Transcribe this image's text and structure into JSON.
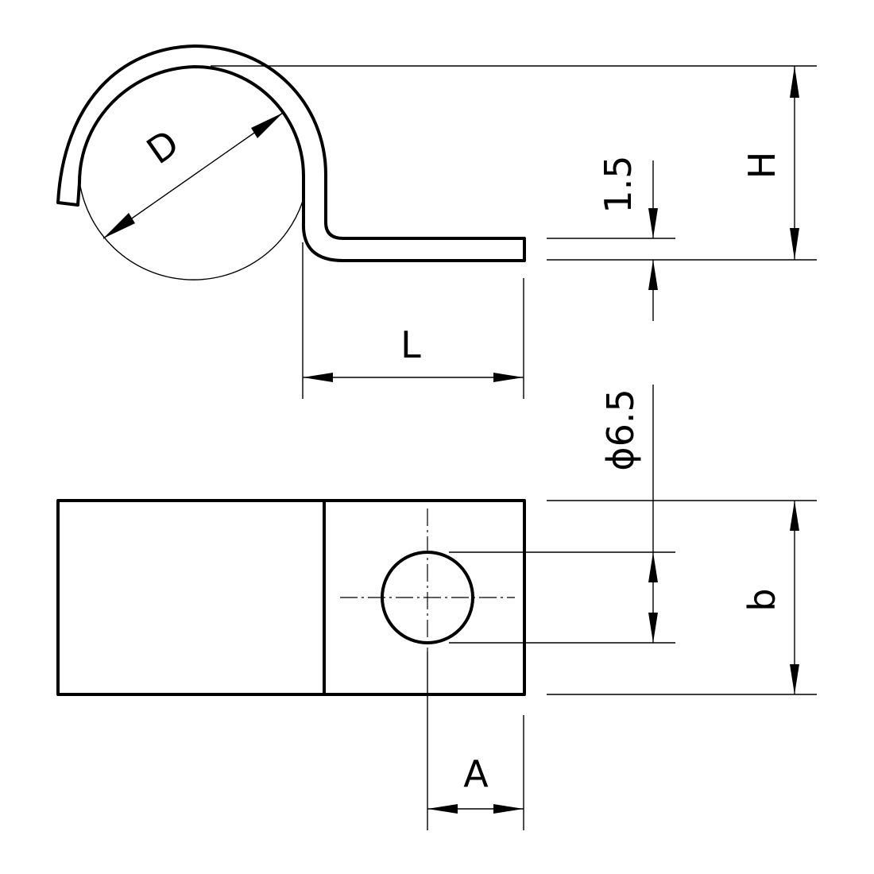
{
  "labels": {
    "diameter": "D",
    "height": "H",
    "thickness": "1.5",
    "length": "L",
    "hole": "ϕ6.5",
    "width": "b",
    "offset": "A"
  }
}
